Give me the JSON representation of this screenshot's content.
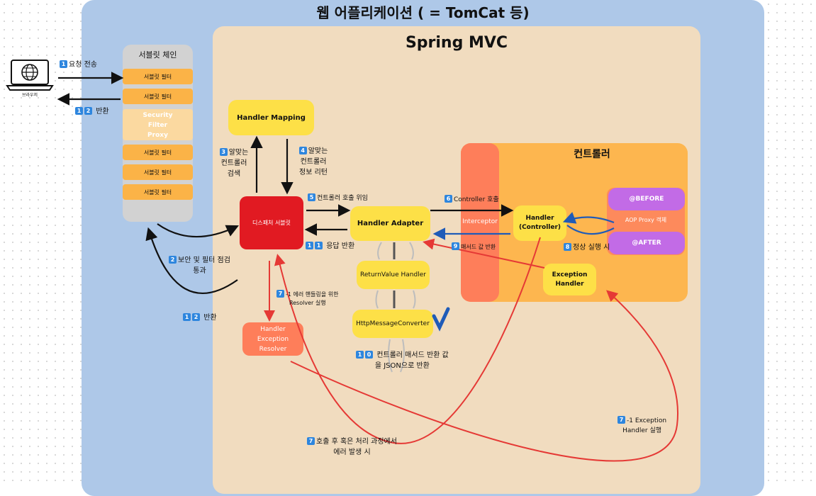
{
  "title": "웹 어플리케이션 ( = TomCat 등)",
  "spring_title": "Spring MVC",
  "browser": {
    "label": "브라우저"
  },
  "servlet_chain": {
    "title": "서블릿 체인",
    "filters": [
      "서블릿 필터",
      "서블릿 필터",
      "서블릿 필터",
      "서블릿 필터",
      "서블릿 필터"
    ],
    "proxy": [
      "Security",
      "Filter",
      "Proxy"
    ]
  },
  "boxes": {
    "dispatcher": "디스패처 서블릿",
    "handler_mapping": "Handler Mapping",
    "handler_adapter": "Handler Adapter",
    "returnvalue_handler": "ReturnValue Handler",
    "http_message_converter": "HttpMessageConverter",
    "handler_exception_resolver": [
      "Handler",
      "Exception",
      "Resolver"
    ],
    "controller_title": "컨트롤러",
    "interceptor": "Interceptor",
    "handler": [
      "Handler",
      "(Controller)"
    ],
    "exception_handler": [
      "Exception",
      "Handler"
    ],
    "before": "@BEFORE",
    "aop": "AOP Proxy 객체",
    "after": "@AFTER"
  },
  "steps": {
    "s1": {
      "num": "1",
      "text": "요청 전송"
    },
    "s12a": {
      "nums": [
        "1",
        "2"
      ],
      "text": "반환"
    },
    "s2": {
      "num": "2",
      "lines": [
        "보안 및 필터 점검",
        "통과"
      ]
    },
    "s12b": {
      "nums": [
        "1",
        "2"
      ],
      "text": "반환"
    },
    "s3": {
      "num": "3",
      "lines": [
        "알맞는",
        "컨트롤러",
        "검색"
      ]
    },
    "s4": {
      "num": "4",
      "lines": [
        "알맞는",
        "컨트롤러",
        "정보 리턴"
      ]
    },
    "s5": {
      "num": "5",
      "text": "컨트롤러 호출 위임"
    },
    "s6": {
      "num": "6",
      "text": "Controller 호출"
    },
    "s11": {
      "nums": [
        "1",
        "1"
      ],
      "text": "응답 반환"
    },
    "s9": {
      "num": "9",
      "text": "매서드 값 반환"
    },
    "s8": {
      "num": "8",
      "text": "정상 실행 시"
    },
    "s7a": {
      "num": "7",
      "lines": [
        "-1 에러 핸들링을 위한",
        "Resolver 실행"
      ]
    },
    "s10": {
      "nums": [
        "1",
        "0"
      ],
      "lines": [
        "컨트롤러 매서드 반환 값",
        "을 JSON으로 반환"
      ]
    },
    "s7b": {
      "num": "7",
      "lines": [
        "-1 Exception",
        "Handler 실행"
      ]
    },
    "s7c": {
      "num": "7",
      "lines": [
        "호출 후 혹은 처리 과정에서",
        "에러 발생 시"
      ]
    }
  },
  "colors": {
    "app_bg": "#aec8e8",
    "spring_bg": "#f1dcbf",
    "yellow": "#fde047",
    "red": "#e11a22",
    "arrow_red": "#e53935",
    "arrow_blue": "#1f5bb8",
    "badge": "#2e86de"
  }
}
